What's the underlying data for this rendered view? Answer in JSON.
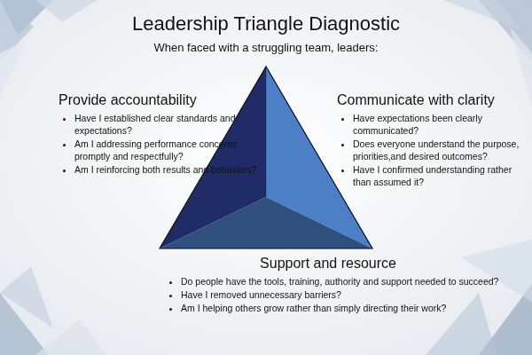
{
  "diagram": {
    "title": "Leadership Triangle Diagnostic",
    "nodes": [
      {
        "text": [
          "Provide accountability",
          "Have I established clear standards and expectations?",
          "Am I addressing performance concerns promptly and respectfully?",
          "Am I reinforcing both results and behaviors?"
        ]
      },
      {
        "text": [
          "Communicate with clarity",
          "Have expectations been clearly communicated?",
          "Does everyone understand the purpose, priorities,and desired outcomes?",
          "Have I confirmed understanding rather than assumed it?"
        ]
      },
      {
        "text": [
          "Support and resource",
          "Do people have the tools, training, authority and support needed to succeed?",
          "Have I removed unnecessary barriers?",
          "Am I helping others grow rather than simply directing their work?"
        ]
      }
    ],
    "labels": [
      "When faced with a struggling team, leaders:"
    ]
  }
}
